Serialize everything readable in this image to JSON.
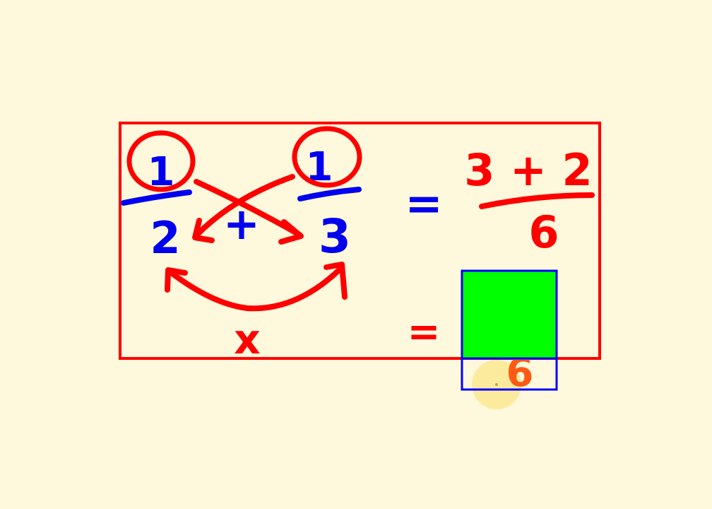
{
  "board": {
    "colors": {
      "background": "#fef8dc",
      "red_ink": "#ff0000",
      "blue_ink": "#0000ee",
      "orange_ink": "#ff5a14",
      "green_overlay": "#00ff00",
      "blue_outline": "#0000ff",
      "cursor_glow": "#fbe990"
    },
    "fraction_left": {
      "numerator": "1",
      "denominator": "2"
    },
    "plus_sign": "+",
    "fraction_right": {
      "numerator": "1",
      "denominator": "3"
    },
    "equals_1": "=",
    "result_numerator": "3 + 2",
    "result_denominator": "6",
    "multiply_sign": "x",
    "equals_2": "=",
    "answer_denominator": "6"
  }
}
